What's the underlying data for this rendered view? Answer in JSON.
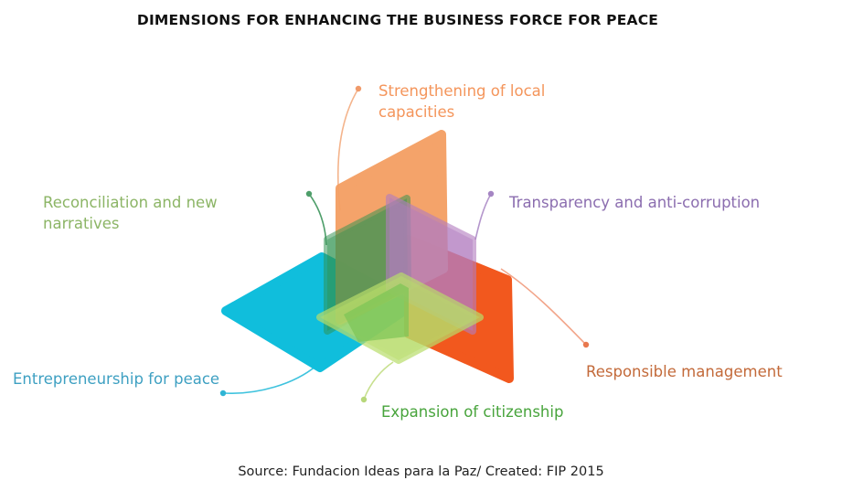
{
  "title": "DIMENSIONS FOR ENHANCING THE BUSINESS FORCE FOR PEACE",
  "source": "Source: Fundacion Ideas para la Paz/ Created: FIP 2015",
  "dimensions": [
    {
      "label_lines": [
        "Strengthening of local",
        "capacities"
      ],
      "color": "#F4955B"
    },
    {
      "label_lines": [
        "Reconciliation and new",
        "narratives"
      ],
      "color": "#8CB566"
    },
    {
      "label_lines": [
        "Transparency and anti-corruption"
      ],
      "color": "#8B6DAF"
    },
    {
      "label_lines": [
        "Entrepreneurship for peace"
      ],
      "color": "#3EA0C2"
    },
    {
      "label_lines": [
        "Responsible management"
      ],
      "color": "#C36A3A"
    },
    {
      "label_lines": [
        "Expansion of citizenship"
      ],
      "color": "#48A43C"
    }
  ],
  "colors": {
    "orange_panel": "#F4A064",
    "green_panel": "#3F9A58",
    "purple_panel": "#B888C0",
    "cyan_panel": "#10BEDC",
    "red_panel": "#F2581E",
    "lime_panel": "#B7DC6A"
  }
}
